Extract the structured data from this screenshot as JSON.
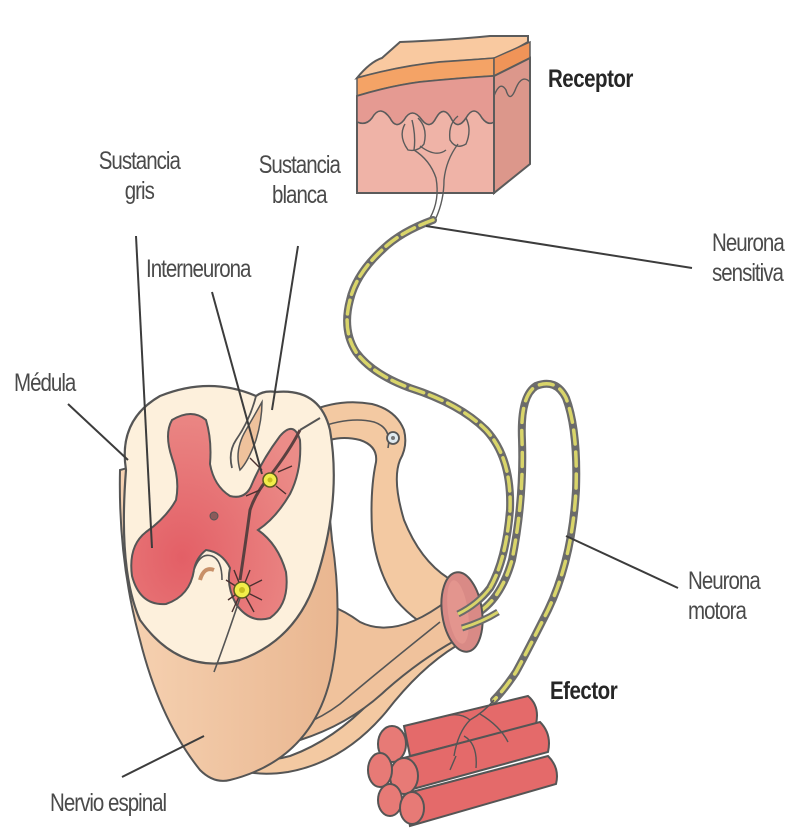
{
  "figure": {
    "title": "Arco reflejo",
    "labels": {
      "receptor": "Receptor",
      "sustancia_gris": "Sustancia\ngris",
      "sustancia_blanca": "Sustancia\nblanca",
      "interneurona": "Interneurona",
      "medula": "Médula",
      "neurona_sensitiva": "Neurona\nsensitiva",
      "neurona_motora": "Neurona\nmotora",
      "efector": "Efector",
      "nervio_espinal": "Nervio espinal"
    },
    "colors": {
      "skin_top": "#f9c9a0",
      "epidermis": "#f4a366",
      "dermis": "#e6a79a",
      "dermis_side": "#d99588",
      "white_matter": "#fdf0dc",
      "gray_matter": "#e0666a",
      "nerve": "#f3c9a2",
      "nerve_dark": "#e8b48a",
      "axon_core": "#d8d46a",
      "axon_sheath": "#6e6e6e",
      "muscle": "#e46a6a",
      "outline": "#555555",
      "neuron_body": "#f2ee4a"
    }
  }
}
